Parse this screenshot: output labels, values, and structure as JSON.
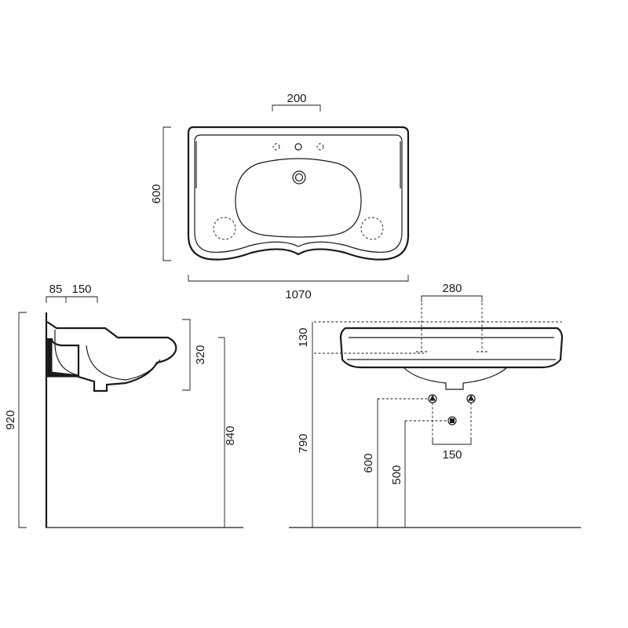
{
  "dimensions": {
    "top_hole_spacing": "200",
    "depth": "600",
    "width": "1070",
    "side_offset": "85",
    "side_spacing": "150",
    "bowl_height": "320",
    "total_height": "920",
    "rim_height": "840",
    "front_tap_spacing": "280",
    "front_rim_thickness": "130",
    "front_height": "790",
    "supply_height": "600",
    "waste_height": "500",
    "supply_spacing": "150"
  },
  "colors": {
    "line": "#1a1a1a",
    "background": "#ffffff"
  }
}
